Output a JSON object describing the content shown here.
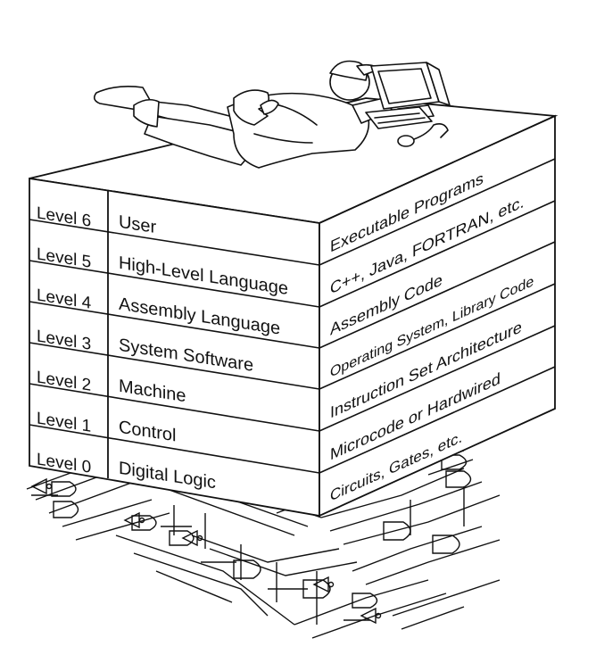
{
  "levels": [
    {
      "level": "Level 6",
      "name": "User",
      "description": "Executable Programs"
    },
    {
      "level": "Level 5",
      "name": "High-Level Language",
      "description": "C++, Java, FORTRAN, etc."
    },
    {
      "level": "Level 4",
      "name": "Assembly Language",
      "description": "Assembly Code"
    },
    {
      "level": "Level 3",
      "name": "System Software",
      "description": "Operating System, Library Code"
    },
    {
      "level": "Level 2",
      "name": "Machine",
      "description": "Instruction Set Architecture"
    },
    {
      "level": "Level 1",
      "name": "Control",
      "description": "Microcode or Hardwired"
    },
    {
      "level": "Level 0",
      "name": "Digital Logic",
      "description": "Circuits, Gates, etc."
    }
  ],
  "colors": {
    "ink": "#111111",
    "paper": "#ffffff"
  }
}
